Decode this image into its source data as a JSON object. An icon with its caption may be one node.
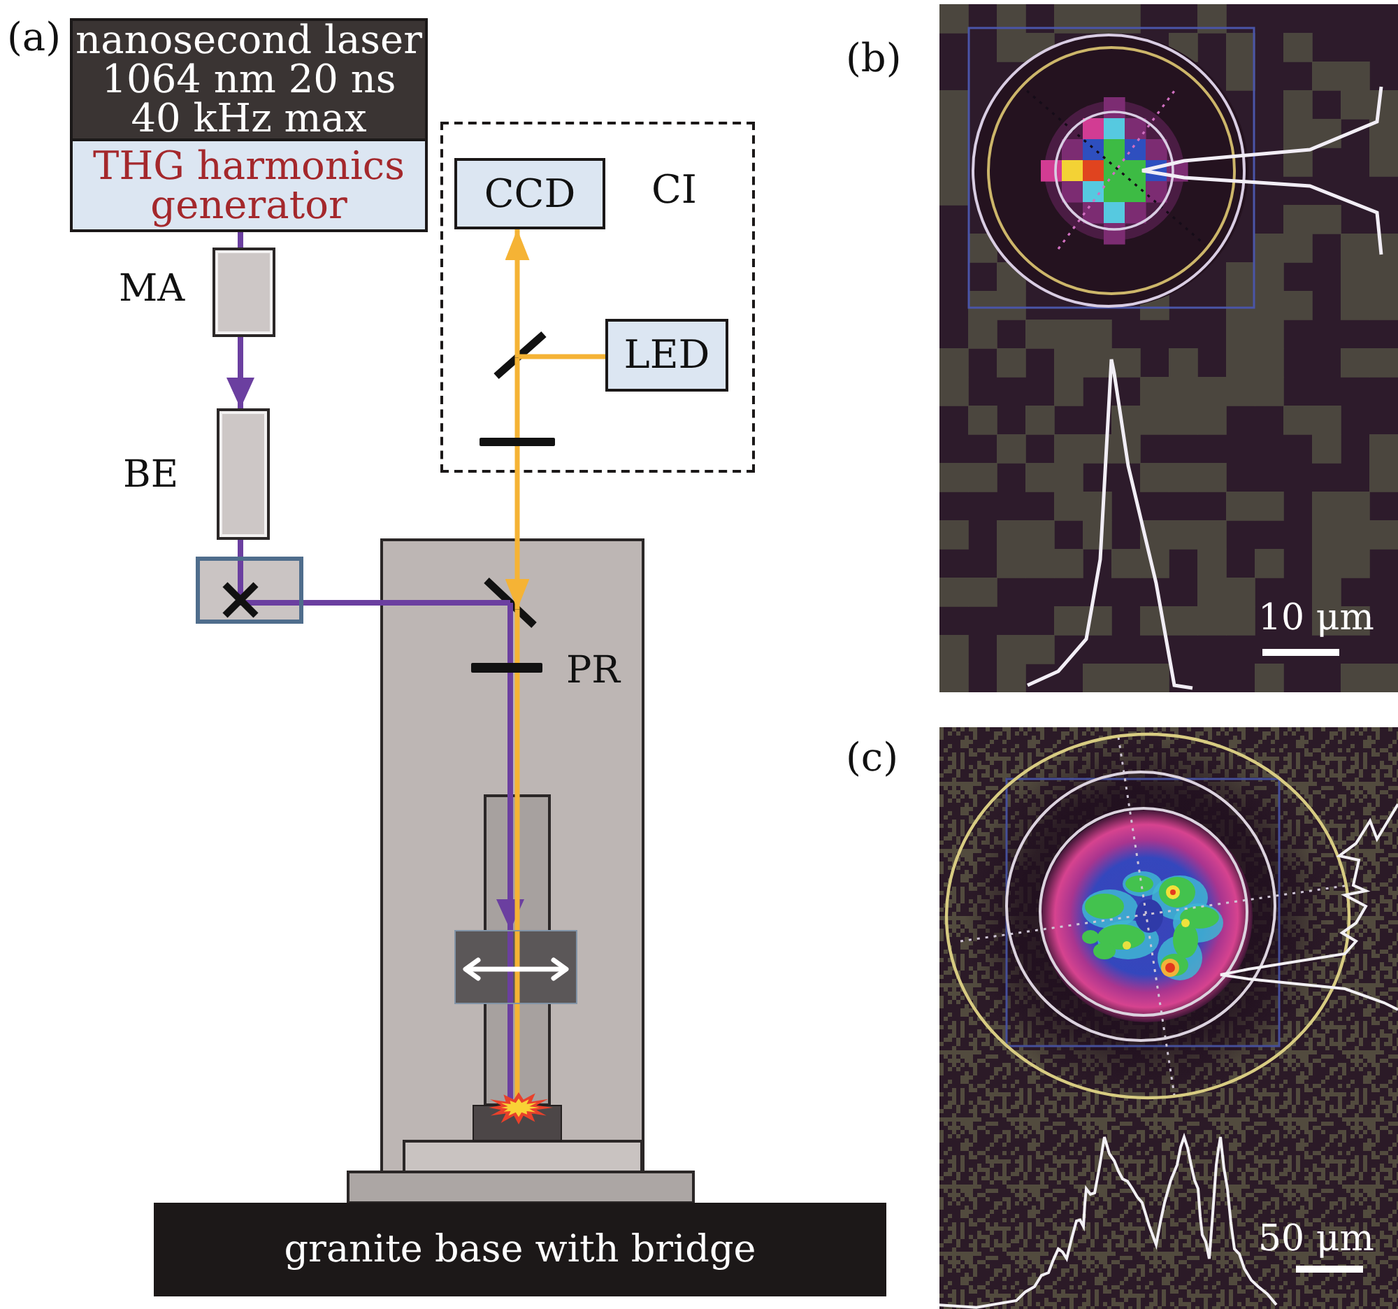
{
  "diagram": {
    "nodes": [
      {
        "text": [
          "nanosecond laser",
          "1064 nm 20 ns",
          "40 kHz max"
        ]
      },
      {
        "text": [
          "THG harmonics generator"
        ]
      },
      {
        "text": [],
        "shape": "box",
        "beside": [
          "MA"
        ]
      },
      {
        "text": [],
        "shape": "box",
        "beside": [
          "BE"
        ]
      },
      {
        "text": [],
        "shape": "box"
      },
      {
        "text": [
          "CI"
        ]
      },
      {
        "text": [
          "CCD"
        ],
        "in": 5
      },
      {
        "text": [
          "LED"
        ],
        "in": 5
      },
      {
        "text": [],
        "shape": "bar",
        "in": 5
      },
      {
        "text": [],
        "shape": "bar",
        "in": 5
      },
      {
        "text": [],
        "shape": "bar"
      },
      {
        "text": [],
        "shape": "bar",
        "beside": [
          "PR"
        ]
      },
      {
        "text": [],
        "shape": "box"
      },
      {
        "text": [],
        "shape": "box"
      },
      {
        "text": [
          "granite base with bridge"
        ]
      }
    ],
    "edges": [
      {
        "from": 1,
        "to": 2,
        "arrow": "none",
        "color": "#6b3fa0"
      },
      {
        "from": 2,
        "to": 3,
        "arrow": "to",
        "color": "#6b3fa0"
      },
      {
        "from": 3,
        "to": 4,
        "arrow": "none",
        "color": "#6b3fa0"
      },
      {
        "from": 4,
        "to": 10,
        "arrow": "none",
        "color": "#6b3fa0"
      },
      {
        "from": 10,
        "to": 11,
        "arrow": "none",
        "color": "#6b3fa0"
      },
      {
        "from": 11,
        "to": 12,
        "arrow": "to",
        "color": "#6b3fa0"
      },
      {
        "from": 12,
        "to": 13,
        "arrow": "none",
        "color": "#6b3fa0"
      },
      {
        "from": 7,
        "to": 8,
        "arrow": "none",
        "color": "#f5b335"
      },
      {
        "from": 8,
        "to": 6,
        "arrow": "to",
        "color": "#f5b335"
      },
      {
        "from": 8,
        "to": 9,
        "arrow": "none",
        "color": "#f5b335"
      },
      {
        "from": 9,
        "to": 10,
        "arrow": "to",
        "color": "#f5b335"
      },
      {
        "from": 10,
        "to": 11,
        "arrow": "none",
        "color": "#f5b335"
      },
      {
        "from": 11,
        "to": 12,
        "arrow": "none",
        "color": "#f5b335"
      },
      {
        "from": 12,
        "to": 13,
        "arrow": "none",
        "color": "#f5b335"
      }
    ],
    "labels": [
      "(a)",
      "(b)",
      "10 μm",
      "(c)",
      "50 μm"
    ]
  }
}
